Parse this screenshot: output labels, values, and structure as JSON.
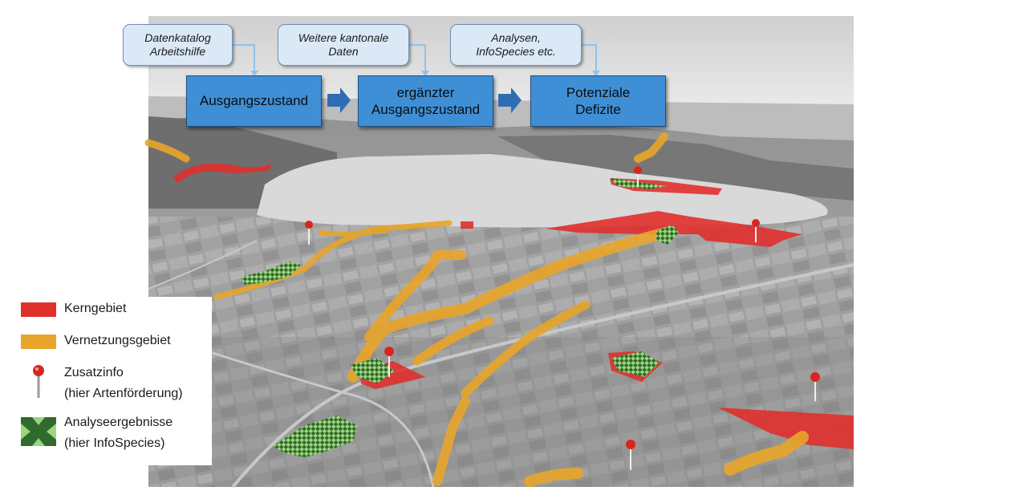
{
  "callouts": [
    {
      "line1": "Datenkatalog",
      "line2": "Arbeitshilfe"
    },
    {
      "line1": "Weitere kantonale",
      "line2": "Daten"
    },
    {
      "line1": "Analysen,",
      "line2": "InfoSpecies etc."
    }
  ],
  "stages": [
    {
      "line1": "Ausgangszustand",
      "line2": ""
    },
    {
      "line1": "ergänzter",
      "line2": "Ausgangszustand"
    },
    {
      "line1": "Potenziale",
      "line2": "Defizite"
    }
  ],
  "legend": {
    "core": {
      "label": "Kerngebiet",
      "color": "#e0302c"
    },
    "network": {
      "label": "Vernetzungsgebiet",
      "color": "#e8a52a"
    },
    "info": {
      "line1": "Zusatzinfo",
      "line2": "(hier Artenförderung)",
      "color": "#d9261c"
    },
    "analysis": {
      "line1": "Analyseergebnisse",
      "line2": "(hier InfoSpecies)",
      "colors": [
        "#2f6b2c",
        "#9ed37f"
      ]
    }
  },
  "colors": {
    "stage_fill": "#3f8fd6",
    "callout_fill": "#dbe9f7",
    "arrow_fill": "#2e6db4",
    "lake": "#d9d9d9"
  }
}
